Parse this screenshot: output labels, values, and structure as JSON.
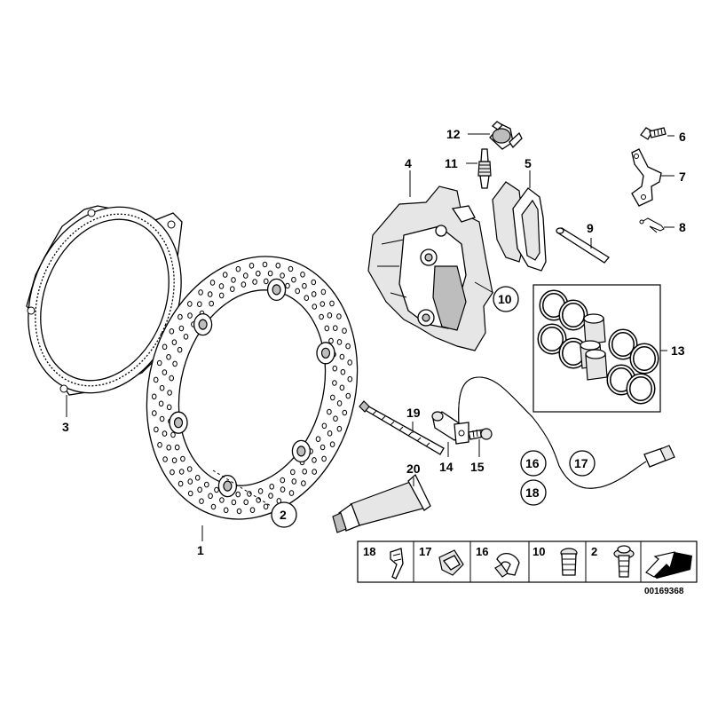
{
  "part_labels": {
    "p1": "1",
    "p2": "2",
    "p3": "3",
    "p4": "4",
    "p5": "5",
    "p6": "6",
    "p7": "7",
    "p8": "8",
    "p9": "9",
    "p10": "10",
    "p11": "11",
    "p12": "12",
    "p13": "13",
    "p14": "14",
    "p15": "15",
    "p16": "16",
    "p17": "17",
    "p18": "18",
    "p19": "19",
    "p20": "20"
  },
  "legend": {
    "items": [
      {
        "label": "18",
        "icon": "clip-icon"
      },
      {
        "label": "17",
        "icon": "clamp-icon"
      },
      {
        "label": "16",
        "icon": "cable-holder-icon"
      },
      {
        "label": "10",
        "icon": "screw-icon"
      },
      {
        "label": "2",
        "icon": "flange-bolt-icon"
      },
      {
        "label": "",
        "icon": "arrow-icon"
      }
    ]
  },
  "diagram_code": "00169368"
}
